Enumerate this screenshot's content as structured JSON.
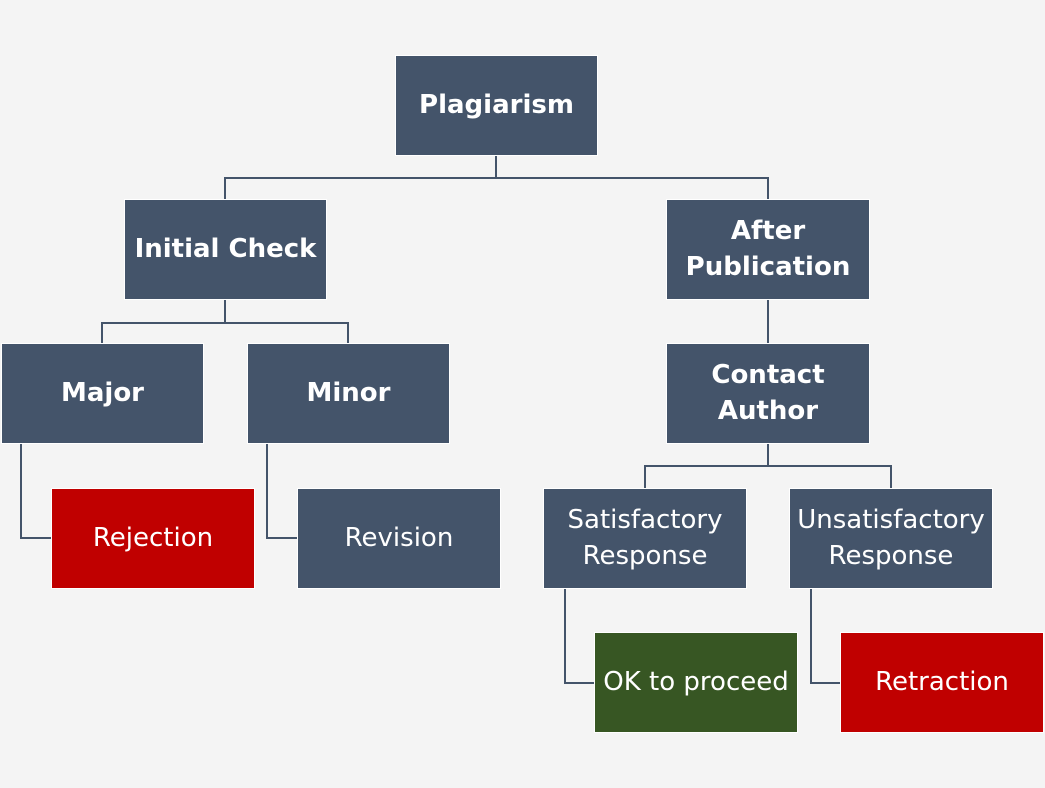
{
  "colors": {
    "background": "#f4f4f4",
    "node_default": "#44546a",
    "node_reject": "#c00000",
    "node_ok": "#375623",
    "connector": "#44546a"
  },
  "nodes": {
    "plagiarism": "Plagiarism",
    "initial_check": "Initial Check",
    "after_publication": "After\nPublication",
    "major": "Major",
    "minor": "Minor",
    "contact_author": "Contact\nAuthor",
    "rejection": "Rejection",
    "revision": "Revision",
    "satisfactory_response": "Satisfactory\nResponse",
    "unsatisfactory_response": "Unsatisfactory\nResponse",
    "ok_to_proceed": "OK to proceed",
    "retraction": "Retraction"
  }
}
